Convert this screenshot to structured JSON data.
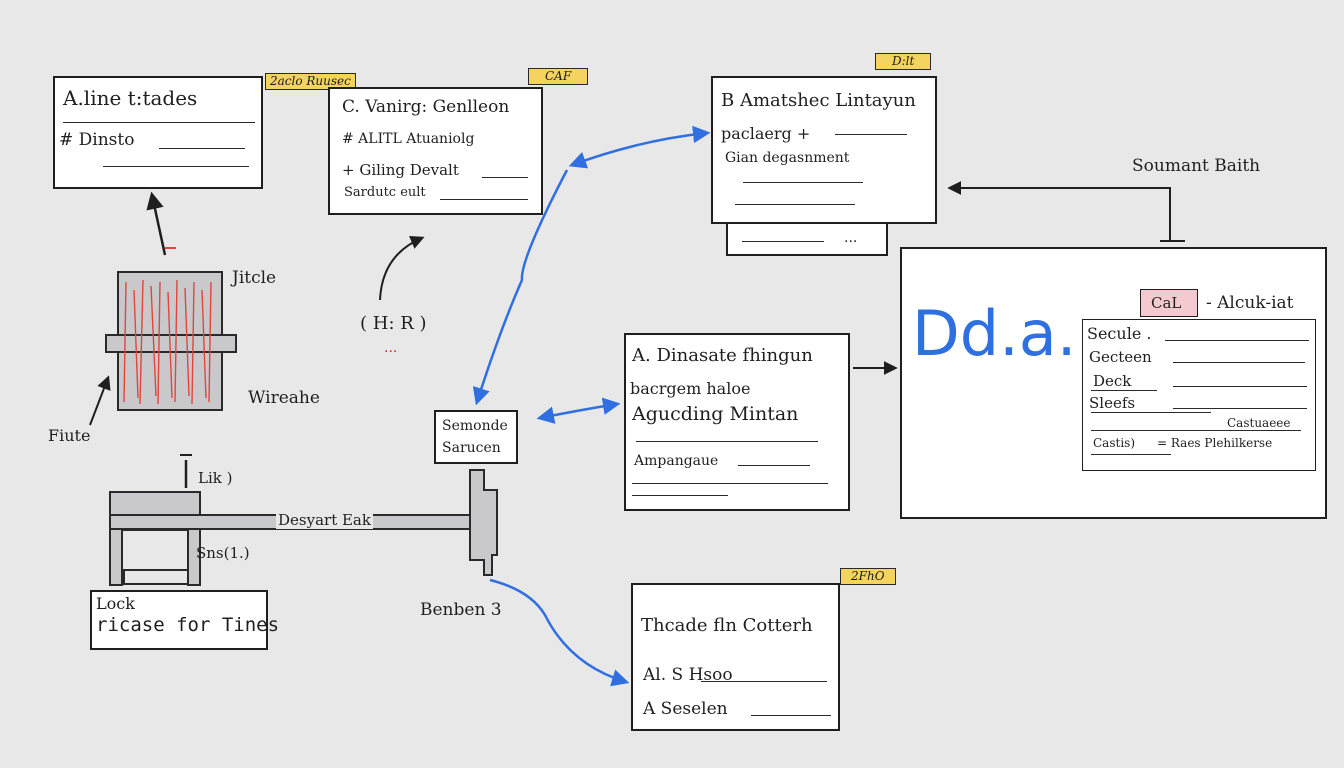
{
  "colors": {
    "background": "#e8e8e9",
    "accent_blue": "#2f6fe0",
    "tag_yellow": "#f4d35e",
    "tag_pink": "#f4c9cf",
    "hatch_red": "#e0463c"
  },
  "tags": {
    "top_left": "2aclo Ruusec",
    "caf_top": "CAF",
    "dlt": "D:lt",
    "afh": "2FhO",
    "cal": "CaL"
  },
  "box_a": {
    "title": "A.line t:tades",
    "line1": "# Dinsto"
  },
  "box_c": {
    "title": "C. Vanirg: Genlleon",
    "line1": "# ALITL Atuaniolg",
    "line2": "+ Giling Devalt",
    "line3": "Sardutc eult"
  },
  "box_b": {
    "title": "B Amatshec Lintayun",
    "line1": "paclaerg +",
    "line2": "Gian degasnment",
    "ellipsis": "..."
  },
  "right_label": "Soumant Baith",
  "left_labels": {
    "title": "Jitcle",
    "wireahe": "Wireahe",
    "fiute": "Fiute",
    "hr": "( H: R )",
    "dots": "...",
    "lik": "Lik )",
    "sns": "Sns(1.)",
    "desyart": "Desyart Eak"
  },
  "box_lock": {
    "line1": "Lock",
    "line2": "ricase for Tines"
  },
  "box_sem": {
    "line1": "Semonde",
    "line2": "Sarucen"
  },
  "benben": "Benben 3",
  "box_dyn": {
    "title": "A. Dinasate fhingun",
    "line1": "bacrgem haloe",
    "line2": "Agucding Mintan",
    "line3": "Ampangaue"
  },
  "box_dda": {
    "big": "Dd.a.",
    "header": "- Alcuk-iat",
    "row1": "Secule .",
    "row2": "Gecteen",
    "row3": "Deck",
    "row4": "Sleefs",
    "row5": "Castuaeee",
    "row6a": "Castis)",
    "row6b": "= Raes Plehilkerse"
  },
  "box_thc": {
    "title": "Thcade fln Cotterh",
    "line1": "Al. S Hsoo",
    "line2": "A Seselen"
  }
}
